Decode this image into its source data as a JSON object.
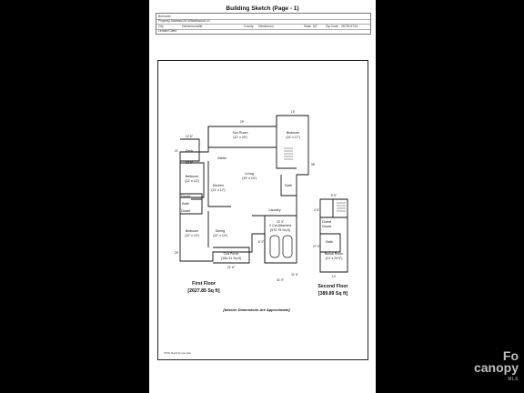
{
  "page_title": "Building Sketch (Page - 1)",
  "header": {
    "borrower_label": "Borrower",
    "property_label": "Property Address",
    "property_value": "150 Whistlewood Ln",
    "city_label": "City",
    "city_value": "Hendersonville",
    "county_label": "County",
    "county_value": "Henderson",
    "state_label": "State",
    "state_value": "NC",
    "zip_label": "Zip Code",
    "zip_value": "28739-6734",
    "lender_label": "Lender/Client"
  },
  "rooms": {
    "sun_room": "Sun Room",
    "sun_room_size": "(12' x 29')",
    "bedroom_1": "Bedroom",
    "bedroom_1_size": "(14' x 17')",
    "deck": "Deck",
    "bedroom_2": "Bedroom",
    "bedroom_2_size": "(12' x 13')",
    "brkfst": "Brkfst",
    "living": "Living",
    "living_size": "(19' x 19')",
    "kitchen": "Kitchen",
    "kitchen_size": "(11' x 17')",
    "closet_1": "Closet",
    "bath_1": "Bath",
    "closet_2": "Closet",
    "bath_2": "Bath",
    "bedroom_3": "Bedroom",
    "bedroom_3_size": "(12' x 13')",
    "dining": "Dining",
    "dining_size": "(12' x 13')",
    "garage": "2 Car Attached",
    "garage_size": "[572.75 Sq ft]",
    "porch": "Cvd Porch",
    "porch_size": "[184.31 Sq ft]",
    "bonus_room": "Bonus Room",
    "bonus_room_size": "(14' x 24'9\")",
    "bath_3": "Bath",
    "laundry": "Laundry",
    "closet_3": "Closet",
    "closet_4": "Closet"
  },
  "dims": {
    "d29": "29'",
    "d15": "15'",
    "d12_6a": "12' 6\"",
    "d12_6b": "12' 6\"",
    "d21": "21'",
    "d38": "38'",
    "d25": "25'",
    "d21_6": "21' 6\"",
    "d31_9": "31' 9\"",
    "d11_6": "11' 6\"",
    "d23_3": "23' 3\"",
    "d9_6": "9' 6\"",
    "d4_6": "4' 6\"",
    "d14": "14'",
    "d27_9": "27' 9\"",
    "d6_3": "6' 3\""
  },
  "floors": {
    "first_label": "First Floor",
    "first_area": "[2627.85 Sq ft]",
    "second_label": "Second Floor",
    "second_area": "[389.89 Sq ft]"
  },
  "note": "[Interior Dimensions Are Approximate]",
  "footnote": "TOTAL Sketch by a la mode",
  "watermark": "canopy",
  "watermark_sub": "MLS",
  "watermark_top": "Fo"
}
